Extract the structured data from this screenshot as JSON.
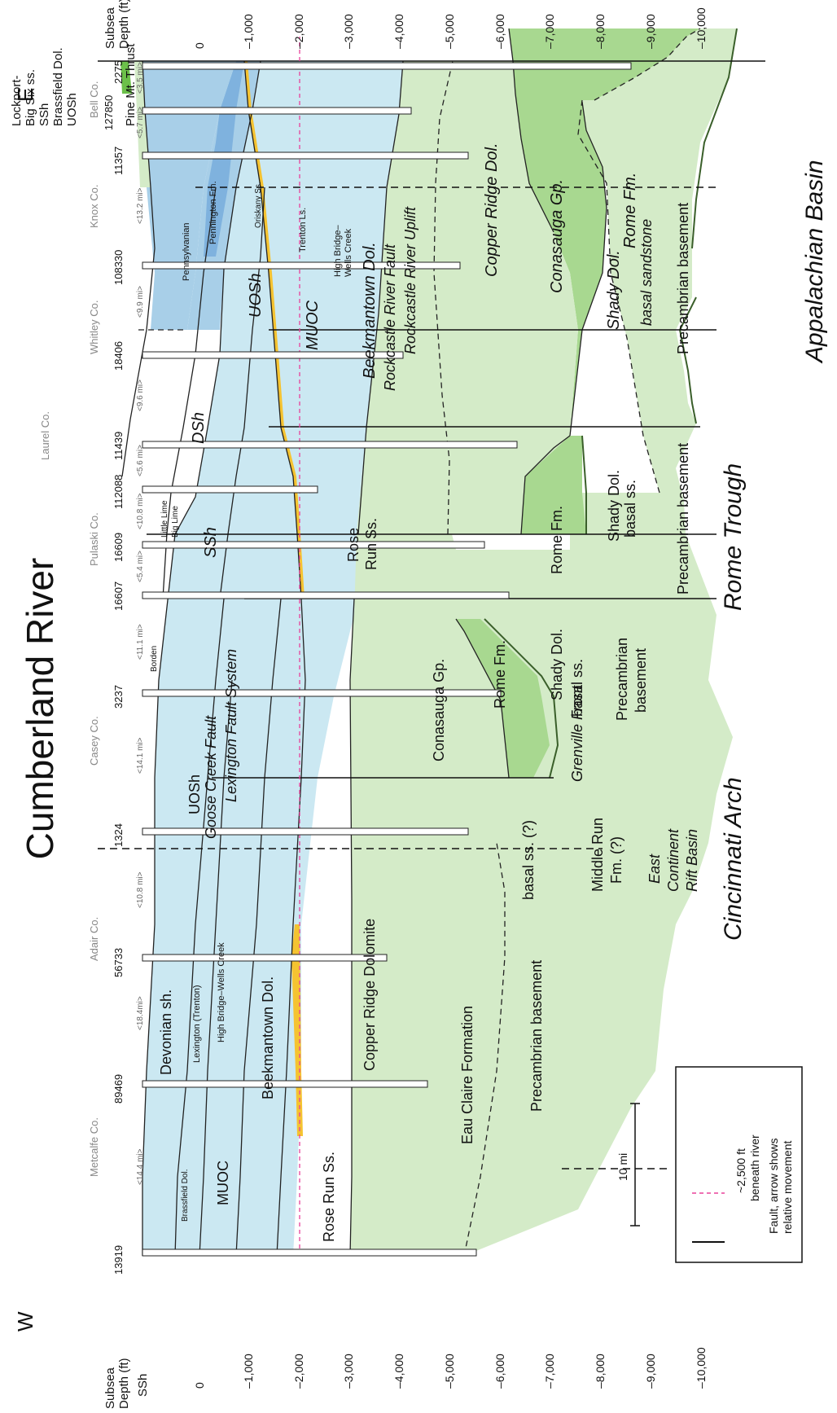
{
  "title": "Cumberland River",
  "direction": {
    "west": "W",
    "east": "E"
  },
  "depth_header": {
    "line1": "Subsea",
    "line2": "Depth (ft)"
  },
  "depth_ticks": [
    "0",
    "–1,000",
    "–2,000",
    "–3,000",
    "–4,000",
    "–5,000",
    "–6,000",
    "–7,000",
    "–8,000",
    "–9,000",
    "–10,000"
  ],
  "depth_ticks_left": [
    "0",
    "–1,000",
    "–2,000",
    "–3,000",
    "–4,000",
    "–5,000",
    "–6,000",
    "–7,000",
    "–8,000",
    "–9,000",
    "–10,000"
  ],
  "ssh_left": "SSh",
  "counties": [
    "Metcalfe Co.",
    "Adair Co.",
    "Casey Co.",
    "Pulaski Co.",
    "Laurel Co.",
    "Whitley Co.",
    "Knox Co.",
    "Bell Co."
  ],
  "wells": [
    "13919",
    "89469",
    "56733",
    "1324",
    "3237",
    "16607",
    "16609",
    "112088",
    "11439",
    "18406",
    "108330",
    "11357",
    "127850",
    "2275"
  ],
  "spacings": [
    "<14.4 mi>",
    "<18.4mi>",
    "<10.8 mi>",
    "<14.1 mi>",
    "<11.1 mi>",
    "<5.4 mi>",
    "<10.8 mi>",
    "<5.6 mi>",
    "<9.6 mi>",
    "<9.9 mi>",
    "<13.2 mi>",
    "<5.7 mi>",
    "<3.5 mi>"
  ],
  "units": {
    "rose_run_w": "Rose Run Ss.",
    "copper_ridge_dolomite": "Copper Ridge Dolomite",
    "eau_claire": "Eau Claire Formation",
    "precambrian_w": "Precambrian basement",
    "muoc_w": "MUOC",
    "beekmantown_w": "Beekmantown Dol.",
    "highbridge_w": "High Bridge–Wells Creek",
    "lexington_w": "Lexington (Trenton)",
    "devonian": "Devonian sh.",
    "brassfield_w": "Brassfield Dol.",
    "uosh_w": "UOSh",
    "borden": "Borden",
    "conasauga_w": "Conasauga Gp.",
    "rome_w": "Rome Fm.",
    "shady_w": "Shady Dol.",
    "basal_w": "basal ss.",
    "precambrian_mid": "Precambrian",
    "precambrian_mid2": "basement",
    "basal_q": "basal ss. (?)",
    "middle_run": "Middle Run",
    "middle_run2": "Fm. (?)",
    "ecrb1": "East",
    "ecrb2": "Continent",
    "ecrb3": "Rift Basin",
    "rose_run_e1": "Rose",
    "rose_run_e2": "Run Ss.",
    "little_lime": "Little Lime",
    "big_lime": "Big Lime",
    "ssh_mid": "SSh",
    "dsh": "DSh",
    "rome_mid": "Rome Fm.",
    "shady_mid": "Shady Dol.",
    "basal_mid": "basal ss.",
    "precambrian_rt": "Precambrian basement",
    "uosh_e": "UOSh",
    "muoc_e": "MUOC",
    "beekmantown_e": "Beekmantown Dol.",
    "copper_ridge_e": "Copper Ridge Dol.",
    "conasauga_e": "Conasauga Gp.",
    "shady_e": "Shady Dol.",
    "rome_e": "Rome Fm.",
    "basal_e": "basal sandstone",
    "precambrian_e": "Precambrian basement",
    "pennsylvanian": "Pennsylvanian",
    "pennington": "Pennington Fm.",
    "oriskany": "Oriskany Ss.",
    "trenton": "Trenton Ls.",
    "highbridge_e1": "High Bridge–",
    "highbridge_e2": "Wells Creek",
    "pine_mt": "Pine Mt. Thrust"
  },
  "faults": {
    "goose_creek": "Goose Creek Fault",
    "lexington": "Lexington Fault System",
    "grenville": "Grenville Front",
    "rockcastle_fault": "Rockcastle River Fault",
    "rockcastle_uplift": "Rockcastle River Uplift"
  },
  "regions": {
    "cincinnati_arch": "Cincinnati Arch",
    "rome_trough": "Rome Trough",
    "appalachian_basin": "Appalachian Basin"
  },
  "top_labels": [
    "Lockport-",
    "Big Six ss.",
    "SSh",
    "Brassfield Dol.",
    "UOSh"
  ],
  "scale": "10 mi",
  "legend": {
    "river_line1": "~2,500 ft",
    "river_line2": "beneath river",
    "fault_line1": "Fault, arrow shows",
    "fault_line2": "relative movement"
  },
  "colors": {
    "light_green": "#d4ebc8",
    "medium_green": "#a8d890",
    "light_blue": "#cbe8f2",
    "medium_blue": "#a8cfe8",
    "dark_blue": "#7fb2de",
    "yellow": "#f5c331",
    "river": "#e8409a"
  }
}
